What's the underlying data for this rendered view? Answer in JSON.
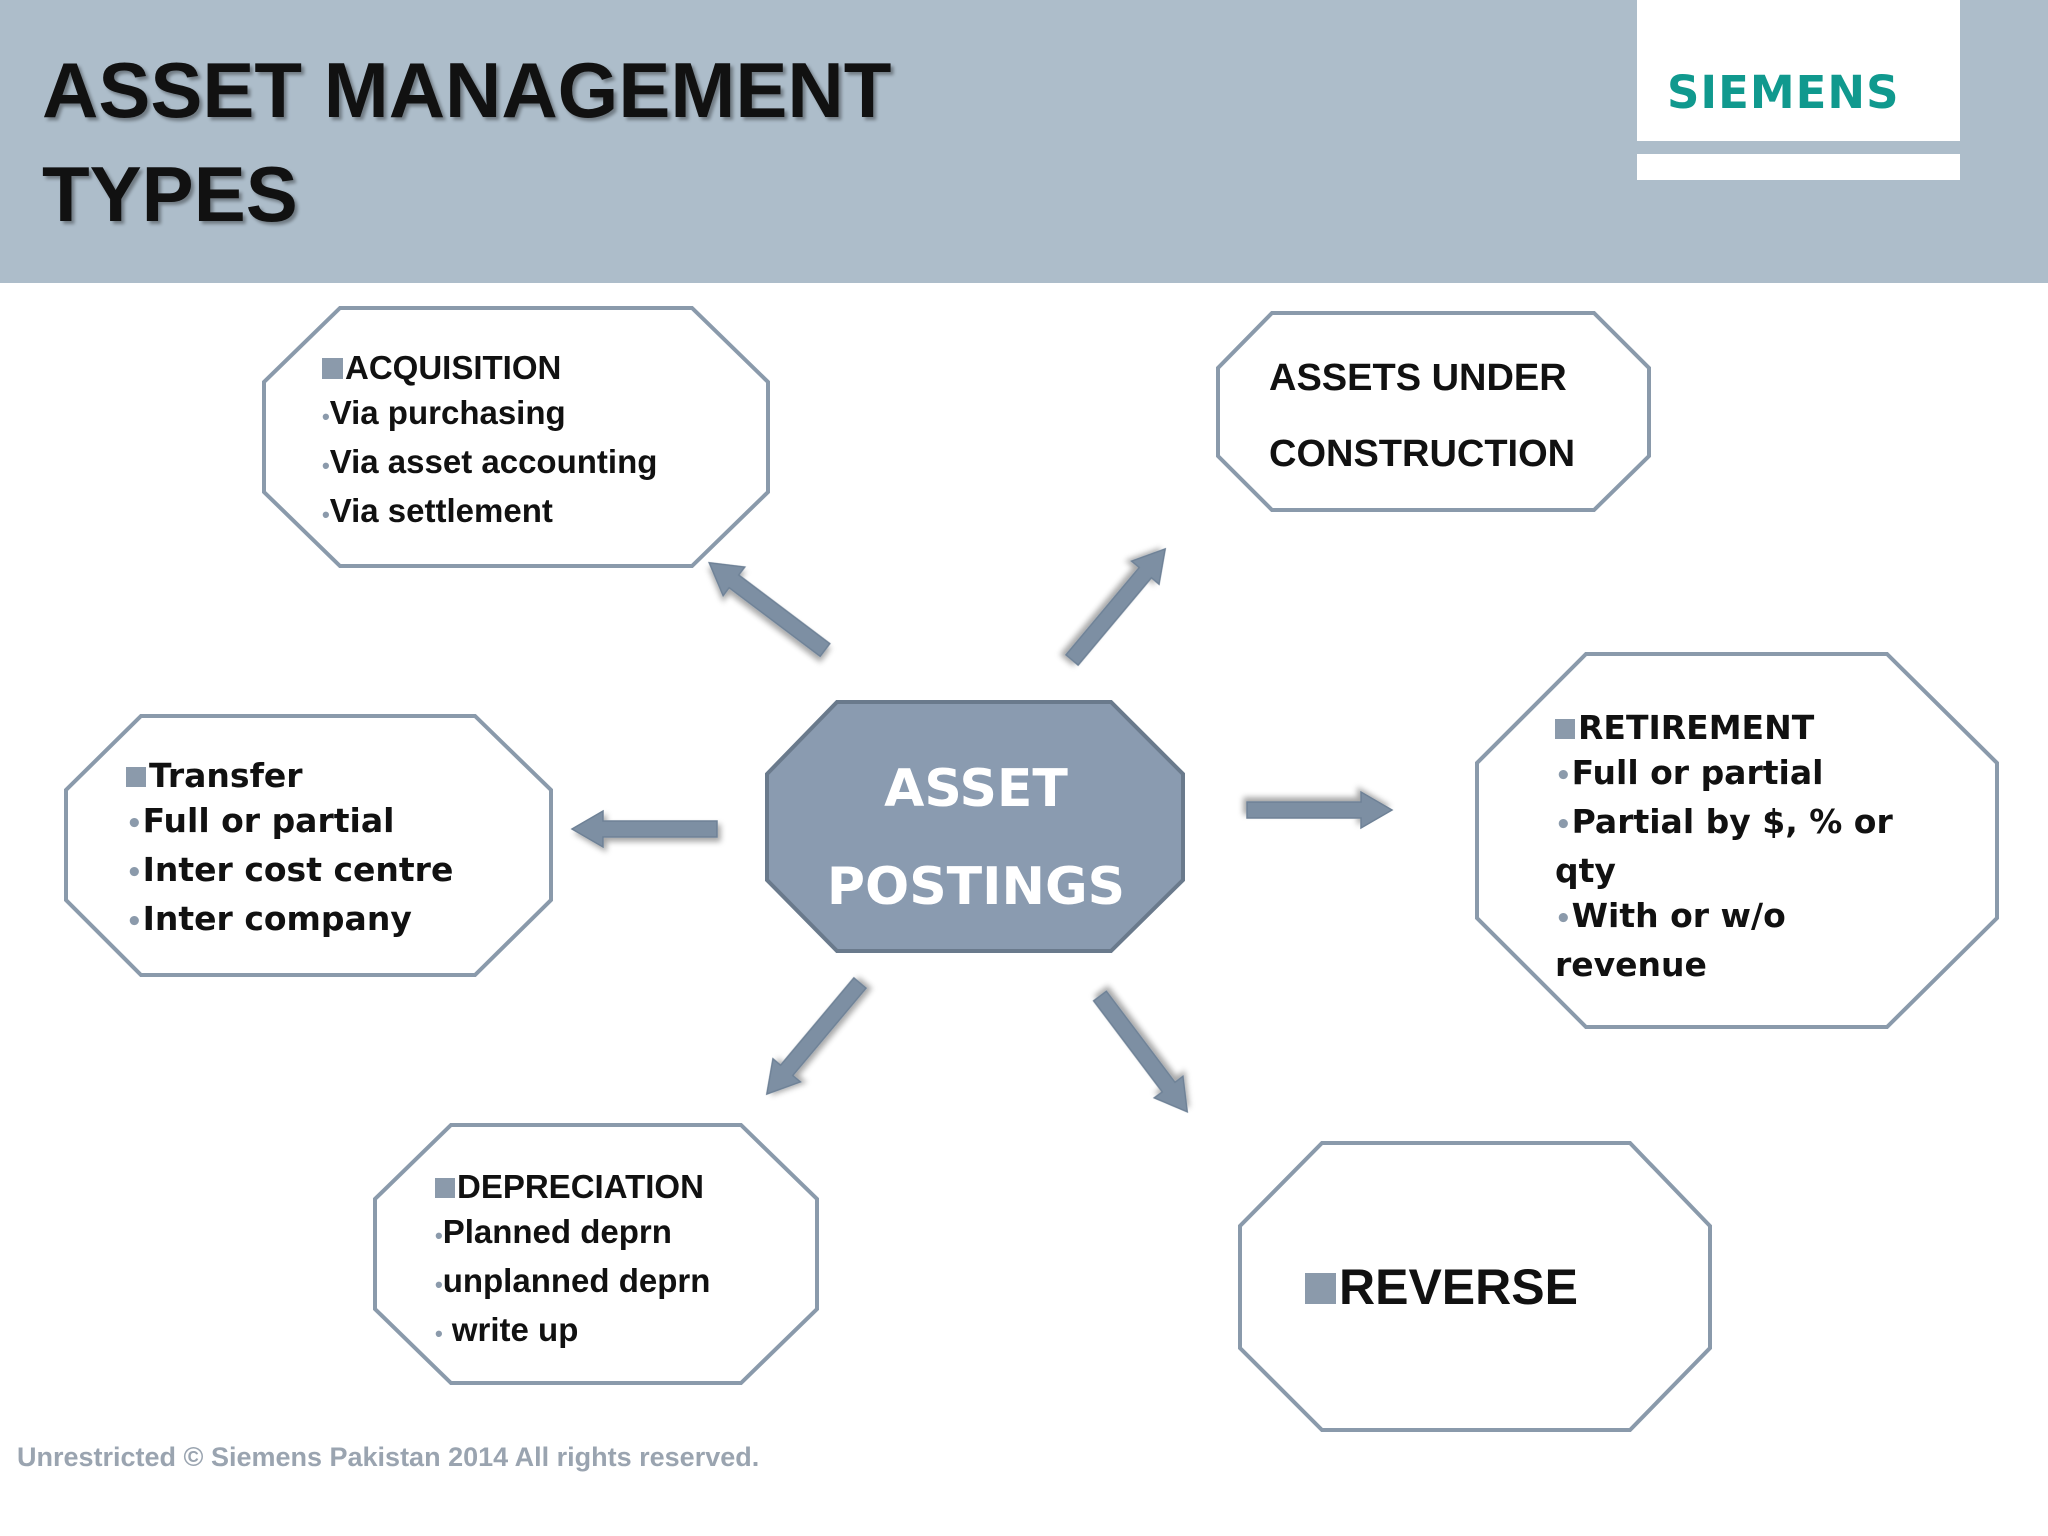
{
  "header": {
    "title_line1": "ASSET MANAGEMENT",
    "title_line2": "TYPES",
    "logo": "SIEMENS",
    "background_color": "#adbdca",
    "logo_color": "#10998e"
  },
  "center": {
    "line1": "ASSET",
    "line2": "POSTINGS",
    "fill_color": "#8a9bb0"
  },
  "nodes": {
    "acquisition": {
      "heading": "ACQUISITION",
      "items": [
        "Via purchasing",
        "Via asset accounting",
        "Via settlement"
      ]
    },
    "auc": {
      "line1": "ASSETS UNDER",
      "line2": "CONSTRUCTION"
    },
    "transfer": {
      "heading": "Transfer",
      "items": [
        "Full or partial",
        "Inter cost centre",
        "Inter company"
      ]
    },
    "retirement": {
      "heading": "RETIREMENT",
      "items": [
        "Full or partial",
        "Partial by $, % or",
        "qty",
        "With or w/o",
        "revenue"
      ]
    },
    "depreciation": {
      "heading": "DEPRECIATION",
      "items": [
        "Planned deprn",
        "unplanned deprn",
        " write up"
      ]
    },
    "reverse": {
      "heading": "REVERSE"
    }
  },
  "footer": {
    "text": "Unrestricted © Siemens Pakistan 2014 All rights reserved."
  },
  "colors": {
    "box_border": "#8a9aab",
    "arrow": "#7d8fa3",
    "bullet": "#8b9aab"
  },
  "icons": [
    "square-bullet-icon",
    "dot-bullet-icon",
    "arrow-icon"
  ]
}
